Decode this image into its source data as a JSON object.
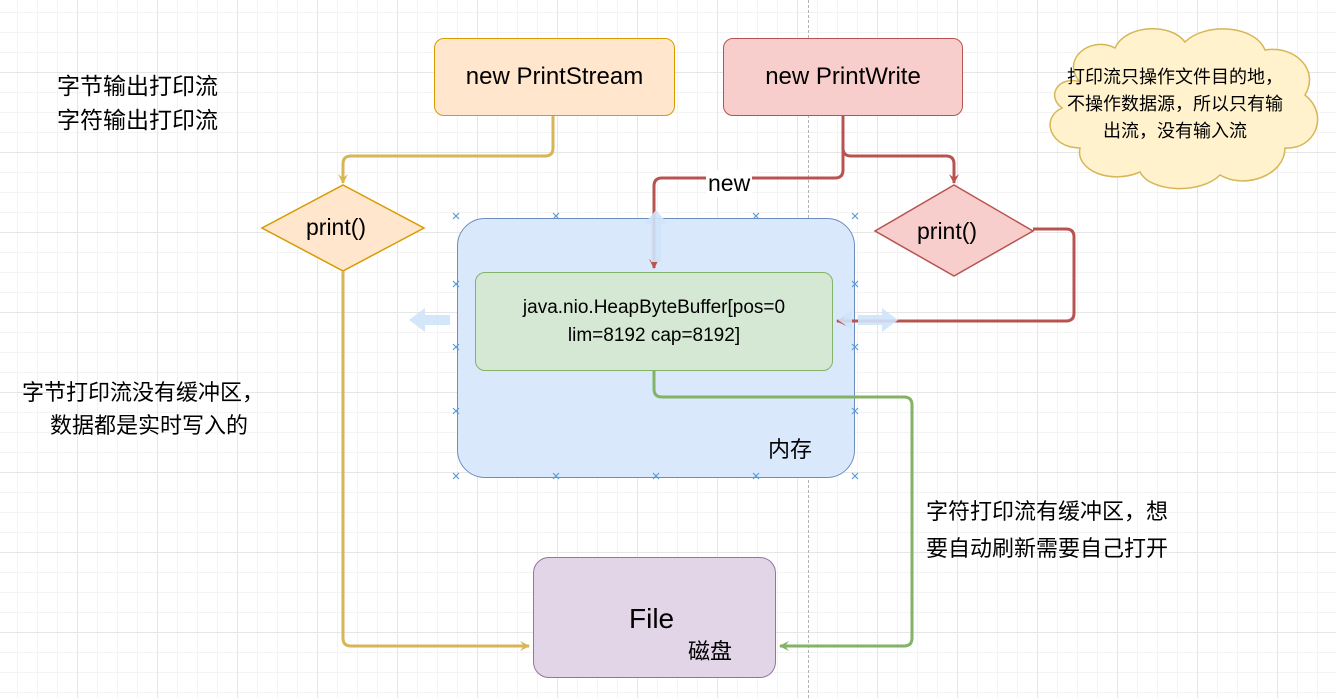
{
  "labels": {
    "print_stream_type": "字节输出打印流",
    "print_writer_type": "字符输出打印流",
    "byte_stream_note_line1": "字节打印流没有缓冲区，",
    "byte_stream_note_line2": "数据都是实时写入的",
    "char_stream_note_line1": "字符打印流有缓冲区，想",
    "char_stream_note_line2": "要自动刷新需要自己打开",
    "cloud_note_line1": "打印流只操作文件目的地，",
    "cloud_note_line2": "不操作数据源，所以只有输",
    "cloud_note_line3": "出流，没有输入流",
    "new_edge": "new"
  },
  "nodes": {
    "print_stream": "new PrintStream",
    "print_write": "new PrintWrite",
    "print_left": "print()",
    "print_right": "print()",
    "buffer_line1": "java.nio.HeapByteBuffer[pos=0",
    "buffer_line2": "lim=8192 cap=8192]",
    "memory": "内存",
    "file": "File",
    "disk": "磁盘"
  },
  "colors": {
    "orange_fill": "#ffe6cc",
    "orange_stroke": "#d79b00",
    "red_fill": "#f8cecc",
    "red_stroke": "#b85450",
    "blue_fill": "#dae8fc",
    "blue_stroke": "#6c8ebf",
    "green_fill": "#d5e8d4",
    "green_stroke": "#82b366",
    "purple_fill": "#e1d5e7",
    "purple_stroke": "#9673a6",
    "yellow_edge": "#d6b656"
  }
}
